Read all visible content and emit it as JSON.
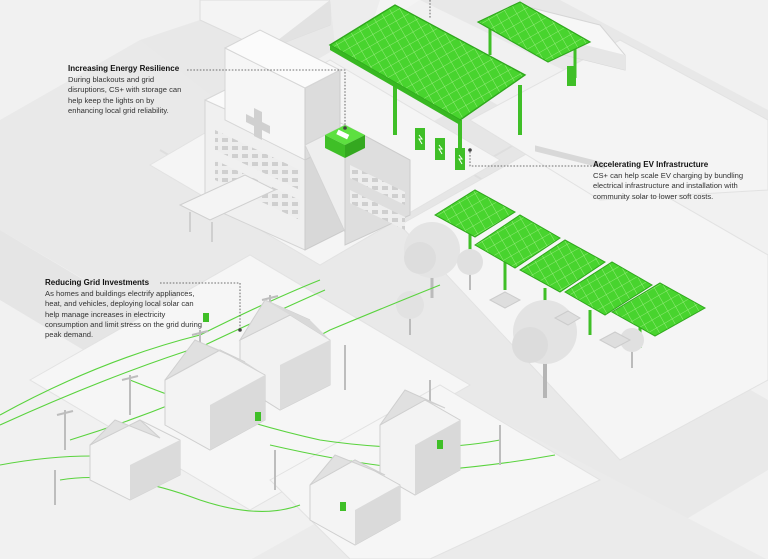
{
  "callouts": {
    "resilience": {
      "title": "Increasing Energy Resilience",
      "body": "During blackouts and grid disruptions, CS+ with storage can help keep the lights on by enhancing local grid reliability."
    },
    "ev": {
      "title": "Accelerating EV Infrastructure",
      "body": "CS+ can help scale EV charging by bundling electrical infrastructure and installation with community solar to lower soft costs."
    },
    "grid": {
      "title": "Reducing Grid Investments",
      "body": "As homes and buildings electrify appliances, heat, and vehicles, deploying local solar can help manage increases in electricity consumption and limit stress on the grid during peak demand."
    }
  },
  "colors": {
    "background": "#f1f1f1",
    "road": "#e7e7e7",
    "building": "#f7f7f7",
    "building_shade": "#dcdcdc",
    "accent_green": "#46d62c",
    "accent_green_dark": "#2fa81c",
    "text": "#333333",
    "title": "#111111"
  },
  "icons": [
    "hospital-cross-icon",
    "battery-storage-icon",
    "ev-charger-icon",
    "solar-panel-icon",
    "tree-icon",
    "utility-pole-icon"
  ]
}
